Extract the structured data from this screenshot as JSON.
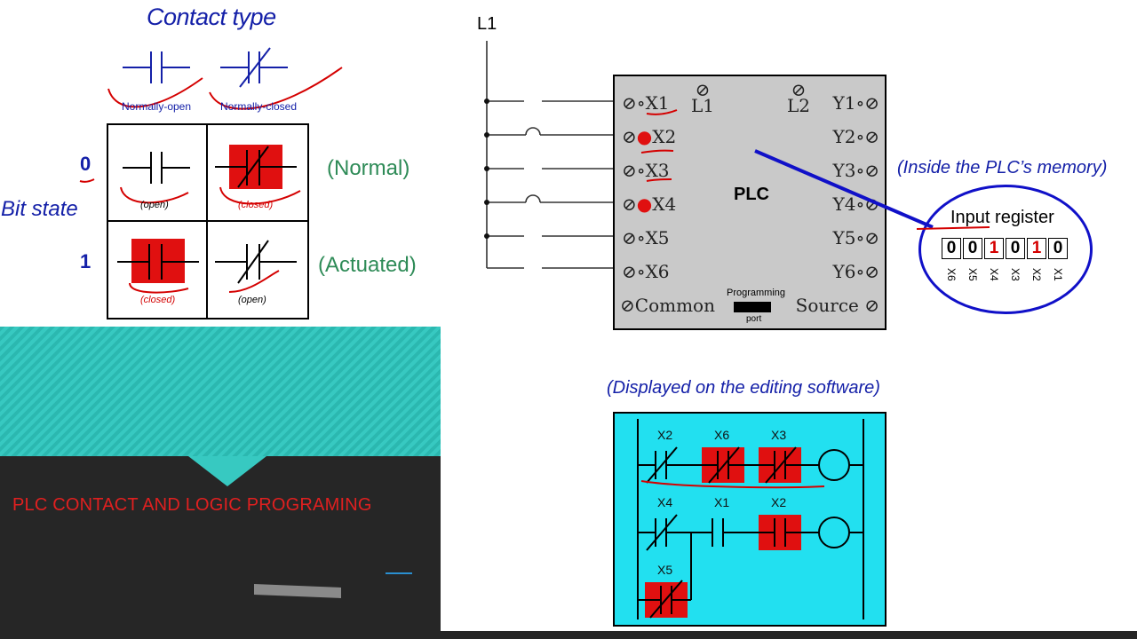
{
  "contact_section": {
    "title": "Contact type",
    "normally_open_label": "Normally-open",
    "normally_closed_label": "Normally-closed",
    "bit_state_label": "Bit state",
    "row0_bit": "0",
    "row1_bit": "1",
    "row0_state": "(Normal)",
    "row1_state": "(Actuated)",
    "cell_no_0": "(open)",
    "cell_nc_0": "(closed)",
    "cell_no_1": "(closed)",
    "cell_nc_1": "(open)"
  },
  "plc": {
    "supply_label": "L1",
    "name": "PLC",
    "inputs": [
      "X1",
      "X2",
      "X3",
      "X4",
      "X5",
      "X6"
    ],
    "outputs": [
      "Y1",
      "Y2",
      "Y3",
      "Y4",
      "Y5",
      "Y6"
    ],
    "l1": "L1",
    "l2": "L2",
    "common": "Common",
    "source": "Source",
    "programming_port_top": "Programming",
    "programming_port_bottom": "port"
  },
  "memory": {
    "caption": "(Inside the PLC’s memory)",
    "register_label": "Input register",
    "bits": [
      "0",
      "0",
      "1",
      "0",
      "1",
      "0"
    ],
    "bit_labels": [
      "X6",
      "X5",
      "X4",
      "X3",
      "X2",
      "X1"
    ]
  },
  "ladder": {
    "caption": "(Displayed on the editing software)",
    "rung1": [
      "X2",
      "X6",
      "X3"
    ],
    "rung2": [
      "X4",
      "X1",
      "X2"
    ],
    "branch": "X5"
  },
  "banner": {
    "title": "PLC CONTACT AND LOGIC PROGRAMING"
  },
  "colors": {
    "accent_blue": "#1420a8",
    "state_green": "#2e8b57",
    "highlight_red": "#d40000",
    "teal": "#2bb8b0",
    "ladder_bg": "#22e0f0"
  }
}
